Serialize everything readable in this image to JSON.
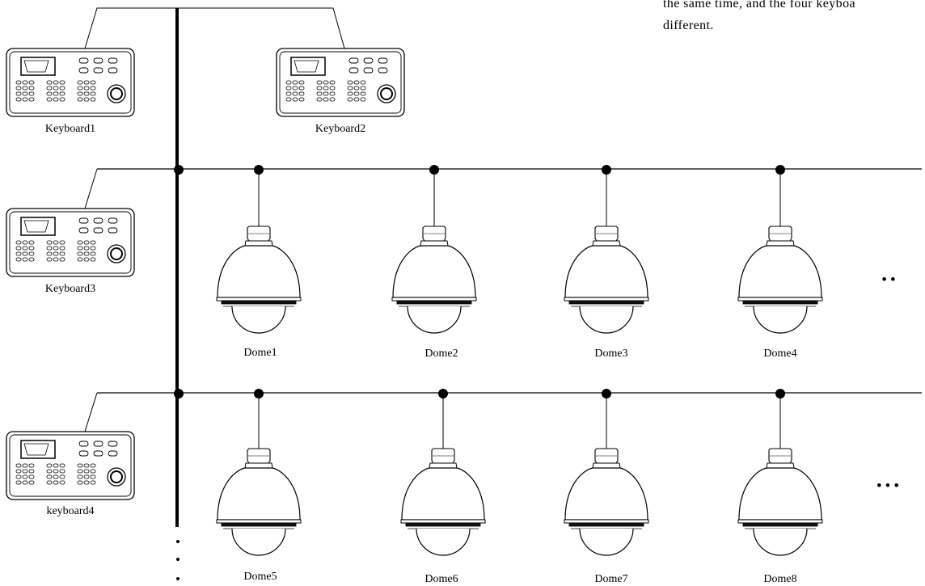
{
  "note_lines": [
    "the same time, and the four keyboa",
    "different."
  ],
  "keyboards": [
    "Keyboard1",
    "Keyboard2",
    "Keyboard3",
    "keyboard4"
  ],
  "domes": [
    "Dome1",
    "Dome2",
    "Dome3",
    "Dome4",
    "Dome5",
    "Dome6",
    "Dome7",
    "Dome8"
  ],
  "continuation": {
    "row1": "• •",
    "row2": "•  •  •"
  },
  "icons": {
    "keyboard": "ptz-keyboard-icon",
    "dome": "speed-dome-camera-icon"
  }
}
